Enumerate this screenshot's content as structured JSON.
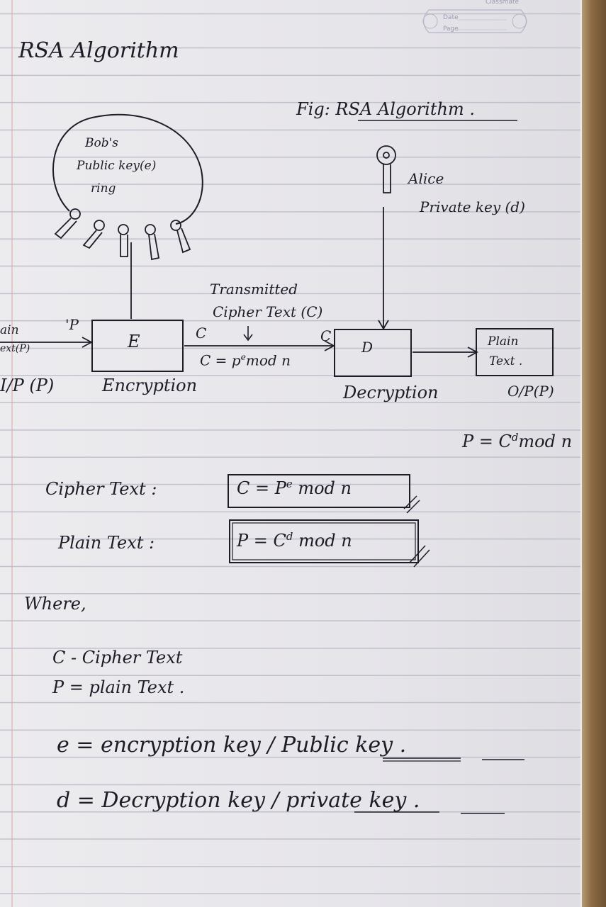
{
  "header_stamp": {
    "brand": "Classmate",
    "date_label": "Date",
    "page_label": "Page"
  },
  "title": "RSA Algorithm",
  "figure": {
    "caption": "Fig: RSA Algorithm .",
    "keyring_label": [
      "Bob's",
      "Public key(e)",
      "ring"
    ],
    "alice_label": "Alice",
    "alice_key_label": "Private key (d)",
    "transmitted_label": "Transmitted",
    "cipher_label": "Cipher Text (C)",
    "left_input": [
      "ain",
      "ext(P)"
    ],
    "p_tag": "'P",
    "encrypt_box": "E",
    "c_tag_left": "C",
    "c_tag_right": "C",
    "c_formula": "C = p",
    "c_formula_exp": "e",
    "c_formula_tail": "mod n",
    "decrypt_box": "D",
    "plain_box": [
      "Plain",
      "Text ."
    ],
    "ip_label": "I/P (P)",
    "encryption_label": "Encryption",
    "decryption_label": "Decryption",
    "op_label": "O/P(P)",
    "p_formula": "P = C",
    "p_formula_exp": "d",
    "p_formula_tail": "mod n"
  },
  "formulas": {
    "cipher_prefix": "Cipher Text :",
    "cipher_eq": "C = P",
    "cipher_exp": "e",
    "cipher_tail": "mod n",
    "plain_prefix": "Plain Text :",
    "plain_eq": "P = C",
    "plain_exp": "d",
    "plain_tail": "mod n"
  },
  "where": {
    "heading": "Where,",
    "items": [
      "C - Cipher Text",
      "P = plain Text .",
      "e = encryption key / Public key .",
      "d = Decryption key / private key ."
    ]
  }
}
